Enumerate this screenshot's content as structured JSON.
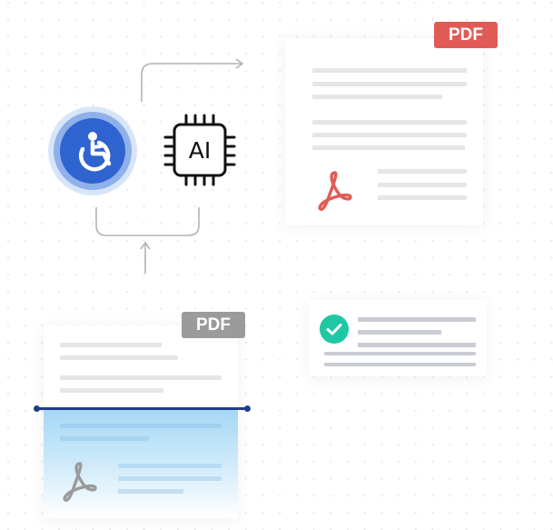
{
  "badges": {
    "output_pdf": "PDF",
    "input_pdf": "PDF"
  },
  "chip": {
    "label": "AI"
  },
  "icons": {
    "accessibility": "accessibility-person-icon",
    "ai_chip": "ai-chip-icon",
    "acrobat": "acrobat-pdf-icon",
    "check": "check-circle-icon"
  },
  "colors": {
    "badge_red": "#e15b56",
    "badge_gray": "#9b9b9b",
    "accessibility_blue": "#2f63cf",
    "scan_line": "#1f3d8a",
    "check_green": "#1fc7a5",
    "acrobat_red": "#e15b56",
    "acrobat_gray": "#9b9b9b"
  }
}
